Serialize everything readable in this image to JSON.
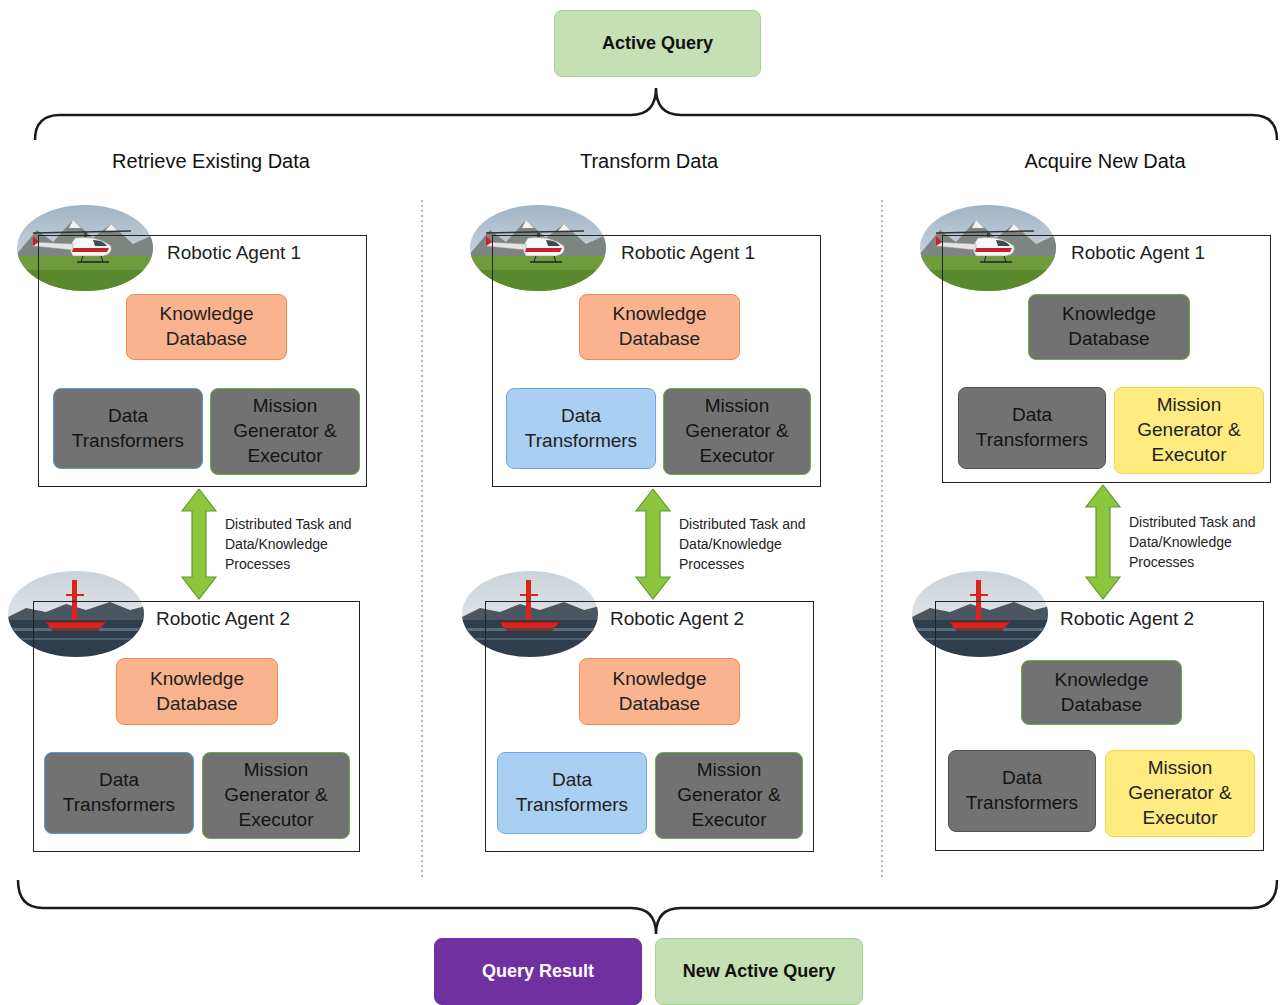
{
  "diagram": {
    "nodes": [
      {
        "text": [
          "Active Query"
        ]
      },
      {
        "text": [
          "Robotic Agent 1"
        ]
      },
      {
        "text": [
          "Knowledge Database"
        ],
        "in": 1
      },
      {
        "text": [
          "Data Transformers"
        ],
        "in": 1
      },
      {
        "text": [
          "Mission Generator & Executor"
        ],
        "in": 1
      },
      {
        "text": [
          "Robotic Agent 2"
        ]
      },
      {
        "text": [
          "Knowledge Database"
        ],
        "in": 5
      },
      {
        "text": [
          "Data Transformers"
        ],
        "in": 5
      },
      {
        "text": [
          "Mission Generator & Executor"
        ],
        "in": 5
      },
      {
        "text": [
          "Robotic Agent 1"
        ]
      },
      {
        "text": [
          "Knowledge Database"
        ],
        "in": 9
      },
      {
        "text": [
          "Data Transformers"
        ],
        "in": 9
      },
      {
        "text": [
          "Mission Generator & Executor"
        ],
        "in": 9
      },
      {
        "text": [
          "Robotic Agent 2"
        ]
      },
      {
        "text": [
          "Knowledge Database"
        ],
        "in": 13
      },
      {
        "text": [
          "Data Transformers"
        ],
        "in": 13
      },
      {
        "text": [
          "Mission Generator & Executor"
        ],
        "in": 13
      },
      {
        "text": [
          "Robotic Agent 1"
        ]
      },
      {
        "text": [
          "Knowledge Database"
        ],
        "in": 17
      },
      {
        "text": [
          "Data Transformers"
        ],
        "in": 17
      },
      {
        "text": [
          "Mission Generator & Executor"
        ],
        "in": 17
      },
      {
        "text": [
          "Robotic Agent 2"
        ]
      },
      {
        "text": [
          "Knowledge Database"
        ],
        "in": 21
      },
      {
        "text": [
          "Data Transformers"
        ],
        "in": 21
      },
      {
        "text": [
          "Mission Generator & Executor"
        ],
        "in": 21
      },
      {
        "text": [
          "Query Result"
        ]
      },
      {
        "text": [
          "New Active Query"
        ]
      }
    ],
    "edges": [
      {
        "from": 1,
        "to": 5,
        "arrow": "both",
        "label": "Distributed Task and Data/Knowledge Processes"
      },
      {
        "from": 9,
        "to": 13,
        "arrow": "both",
        "label": "Distributed Task and Data/Knowledge Processes"
      },
      {
        "from": 17,
        "to": 21,
        "arrow": "both",
        "label": "Distributed Task and Data/Knowledge Processes"
      }
    ],
    "labels": [
      "Retrieve Existing Data",
      "Transform Data",
      "Acquire New Data"
    ]
  }
}
